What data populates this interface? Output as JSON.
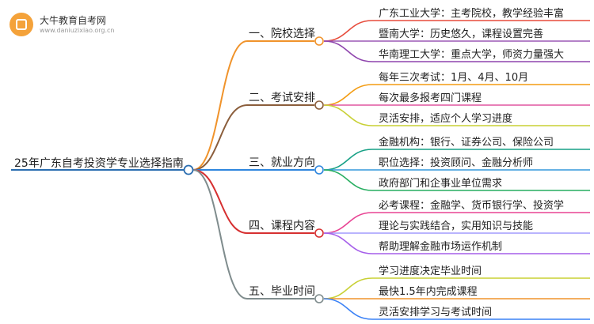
{
  "logo": {
    "title": "大牛教育自考网",
    "url": "www.daniuzixiao.org.cn"
  },
  "root": {
    "label": "25年广东自考投资学专业选择指南",
    "color": "#2a6db0"
  },
  "branches": [
    {
      "label": "一、院校选择",
      "color": "#f0932b",
      "children": [
        {
          "label": "广东工业大学：主考院校，教学经验丰富",
          "color": "#e74c3c"
        },
        {
          "label": "暨南大学：历史悠久，课程设置完善",
          "color": "#9b59b6"
        },
        {
          "label": "华南理工大学：重点大学，师资力量强大",
          "color": "#8e44ad"
        }
      ]
    },
    {
      "label": "二、考试安排",
      "color": "#8b5e3c",
      "children": [
        {
          "label": "每年三次考试：1月、4月、10月",
          "color": "#f39c12"
        },
        {
          "label": "每次最多报考四门课程",
          "color": "#e056a0"
        },
        {
          "label": "灵活安排，适应个人学习进度",
          "color": "#c8d034"
        }
      ]
    },
    {
      "label": "三、就业方向",
      "color": "#2e86de",
      "children": [
        {
          "label": "金融机构：银行、证券公司、保险公司",
          "color": "#16a085"
        },
        {
          "label": "职位选择：投资顾问、金融分析师",
          "color": "#3498db"
        },
        {
          "label": "政府部门和企事业单位需求",
          "color": "#27ae60"
        }
      ]
    },
    {
      "label": "四、课程内容",
      "color": "#d63031",
      "children": [
        {
          "label": "必考课程：金融学、货币银行学、投资学",
          "color": "#e84393"
        },
        {
          "label": "理论与实践结合，实用知识与技能",
          "color": "#a29bfe"
        },
        {
          "label": "帮助理解金融市场运作机制",
          "color": "#a55eea"
        }
      ]
    },
    {
      "label": "五、毕业时间",
      "color": "#7f8c8d",
      "children": [
        {
          "label": "学习进度决定毕业时间",
          "color": "#c8d034"
        },
        {
          "label": "最快1.5年内完成课程",
          "color": "#f0932b"
        },
        {
          "label": "灵活安排学习与考试时间",
          "color": "#3b82f6"
        }
      ]
    }
  ]
}
